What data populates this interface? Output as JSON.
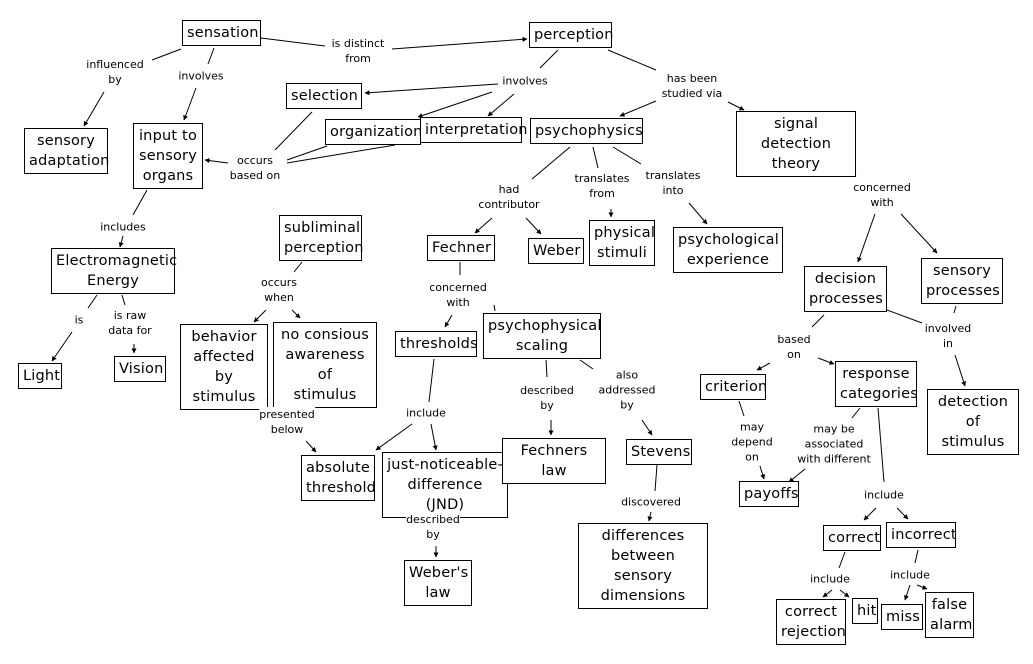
{
  "title": "Sensation and Perception Concept Map",
  "nodes": {
    "sensation": "sensation",
    "perception": "perception",
    "sensory_adaptation": "sensory\nadaptation",
    "input_sensory_organs": "input to\nsensory\norgans",
    "selection": "selection",
    "organization": "organization",
    "interpretation": "interpretation",
    "psychophysics": "psychophysics",
    "signal_detection_theory": "signal detection\ntheory",
    "electromagnetic_energy": "Electromagnetic\nEnergy",
    "light": "Light",
    "vision": "Vision",
    "subliminal_perception": "subliminal\nperception",
    "behavior_affected": "behavior\naffected by\nstimulus",
    "no_conscious_awareness": "no consious\nawareness of\nstimulus",
    "absolute_threshold": "absolute\nthreshold",
    "fechner": "Fechner",
    "weber": "Weber",
    "physical_stimuli": "physical\nstimuli",
    "psychological_experience": "psychological\nexperience",
    "thresholds": "thresholds",
    "psychophysical_scaling": "psychophysical\nscaling",
    "jnd": "just-noticeable-\ndifference (JND)",
    "fechners_law": "Fechners law",
    "stevens": "Stevens",
    "webers_law": "Weber's\nlaw",
    "differences_dimensions": "differences\nbetween sensory\ndimensions",
    "decision_processes": "decision\nprocesses",
    "sensory_processes": "sensory\nprocesses",
    "criterion": "criterion",
    "response_categories": "response\ncategories",
    "detection_of_stimulus": "detection of\nstimulus",
    "payoffs": "payoffs",
    "correct": "correct",
    "incorrect": "incorrect",
    "correct_rejection": "correct\nrejection",
    "hit": "hit",
    "miss": "miss",
    "false_alarm": "false\nalarm"
  },
  "links": {
    "is_distinct_from": "is distinct\nfrom",
    "influenced_by": "influenced\nby",
    "involves_sensation": "involves",
    "involves_perception": "involves",
    "has_been_studied_via": "has been\nstudied via",
    "occurs_based_on": "occurs\nbased on",
    "includes": "includes",
    "is": "is",
    "is_raw_data_for": "is raw\ndata for",
    "occurs_when": "occurs\nwhen",
    "presented_below": "presented\nbelow",
    "had_contributor": "had\ncontributor",
    "translates_from": "translates\nfrom",
    "translates_into": "translates\ninto",
    "concerned_with_fechner": "concerned\nwith",
    "include_thresholds": "include",
    "described_by_scaling": "described\nby",
    "also_addressed_by": "also\naddressed\nby",
    "described_by_jnd": "described\nby",
    "discovered": "discovered",
    "concerned_with_sdt": "concerned\nwith",
    "based_on": "based\non",
    "involved_in": "involved\nin",
    "may_depend_on": "may\ndepend\non",
    "may_be_associated": "may be\nassociated\nwith different",
    "include_response": "include",
    "include_correct": "include",
    "include_incorrect": "include"
  }
}
